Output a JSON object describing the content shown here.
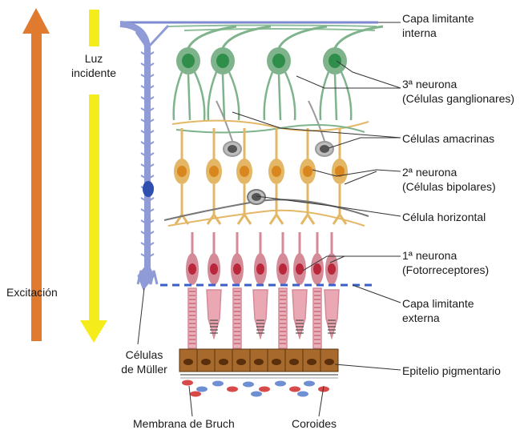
{
  "labels": {
    "excitacion": "Excitación",
    "luz_line1": "Luz",
    "luz_line2": "incidente",
    "capa_interna_line1": "Capa limitante",
    "capa_interna_line2": "interna",
    "tercera_line1": "3ª neurona",
    "tercera_line2": "(Células ganglionares)",
    "amacrinas": "Células amacrinas",
    "segunda_line1": "2ª neurona",
    "segunda_line2": "(Células bipolares)",
    "horizontal": "Célula horizontal",
    "primera_line1": "1ª neurona",
    "primera_line2": "(Fotorreceptores)",
    "capa_externa_line1": "Capa limitante",
    "capa_externa_line2": "externa",
    "epitelio": "Epitelio pigmentario",
    "muller_line1": "Células",
    "muller_line2": "de Müller",
    "bruch": "Membrana de Bruch",
    "coroides": "Coroides"
  },
  "colors": {
    "excitation_arrow": "#e07a2e",
    "light_arrow": "#f5ec1c",
    "muller_cell": "#8f9bd6",
    "ganglion_cell": "#7fb38c",
    "ganglion_nucleus": "#2f8f4a",
    "bipolar_cell": "#e3b765",
    "bipolar_nucleus": "#d9861e",
    "amacrine_cell": "#9a9a9a",
    "photoreceptor": "#d58a97",
    "photoreceptor_nucleus": "#b9273b",
    "pigment_epithelium": "#a8692c",
    "limiting_membrane_dash": "#3a5fc9",
    "choroid_red": "#d84a4a",
    "choroid_blue": "#6f8fd3"
  }
}
